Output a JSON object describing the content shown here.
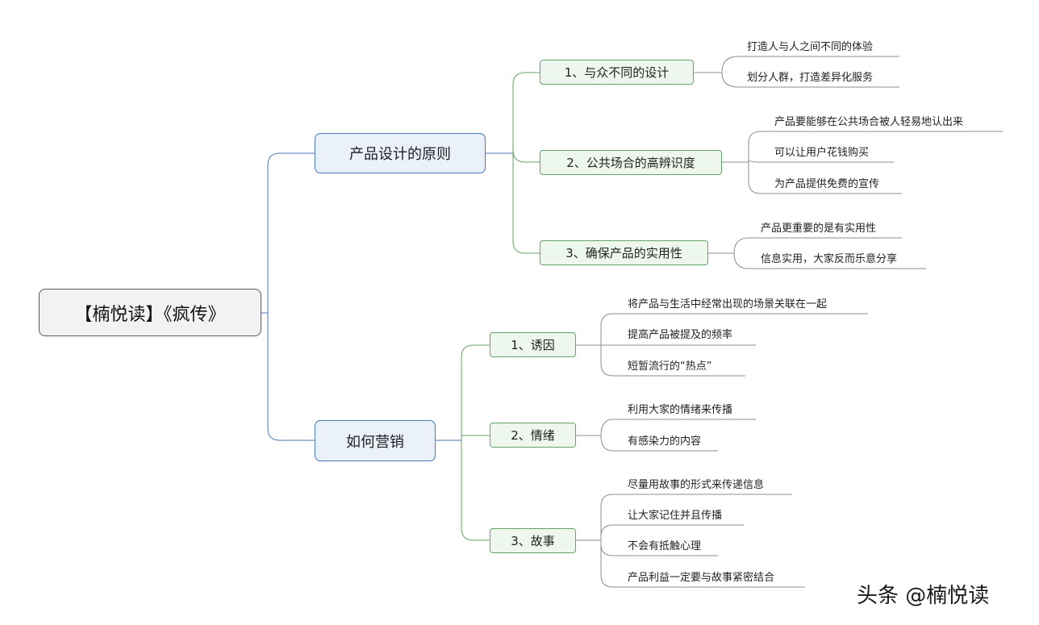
{
  "root": {
    "label": "【楠悦读】《疯传》"
  },
  "branch1": {
    "label": "产品设计的原则",
    "subs": [
      {
        "label": "1、与众不同的设计",
        "leaves": [
          "打造人与人之间不同的体验",
          "划分人群，打造差异化服务"
        ]
      },
      {
        "label": "2、公共场合的高辨识度",
        "leaves": [
          "产品要能够在公共场合被人轻易地认出来",
          "可以让用户花钱购买",
          "为产品提供免费的宣传"
        ]
      },
      {
        "label": "3、确保产品的实用性",
        "leaves": [
          "产品更重要的是有实用性",
          "信息实用，大家反而乐意分享"
        ]
      }
    ]
  },
  "branch2": {
    "label": "如何营销",
    "subs": [
      {
        "label": "1、诱因",
        "leaves": [
          "将产品与生活中经常出现的场景关联在一起",
          "提高产品被提及的频率",
          "短暂流行的“热点”"
        ]
      },
      {
        "label": "2、情绪",
        "leaves": [
          "利用大家的情绪来传播",
          "有感染力的内容"
        ]
      },
      {
        "label": "3、故事",
        "leaves": [
          "尽量用故事的形式来传递信息",
          "让大家记住并且传播",
          "不会有抵触心理",
          "产品利益一定要与故事紧密结合"
        ]
      }
    ]
  },
  "watermark": "头条 @楠悦读",
  "colors": {
    "root_line": "#4a79b3",
    "sub_line": "#62a36a",
    "leaf_line": "#8c8c8c"
  }
}
